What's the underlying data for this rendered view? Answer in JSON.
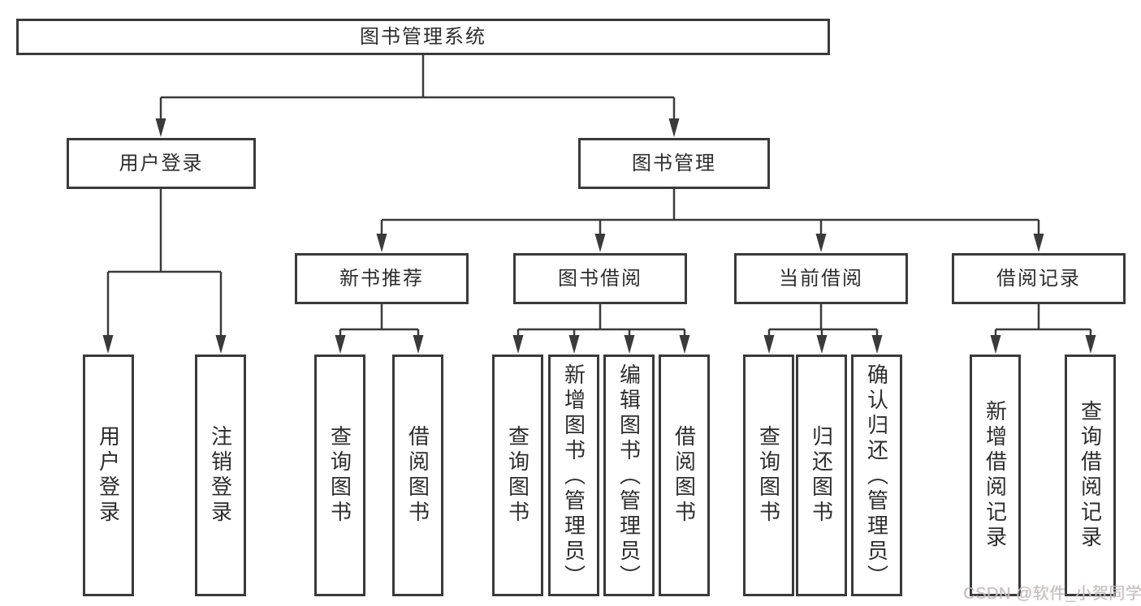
{
  "tree": {
    "label": "图书管理系统",
    "children": [
      {
        "label": "用户登录",
        "children": [
          {
            "label": "用户登录"
          },
          {
            "label": "注销登录"
          }
        ]
      },
      {
        "label": "图书管理",
        "children": [
          {
            "label": "新书推荐",
            "children": [
              {
                "label": "查询图书"
              },
              {
                "label": "借阅图书"
              }
            ]
          },
          {
            "label": "图书借阅",
            "children": [
              {
                "label": "查询图书"
              },
              {
                "label": "新增图书（管理员）"
              },
              {
                "label": "编辑图书（管理员）"
              },
              {
                "label": "借阅图书"
              }
            ]
          },
          {
            "label": "当前借阅",
            "children": [
              {
                "label": "查询图书"
              },
              {
                "label": "归还图书"
              },
              {
                "label": "确认归还（管理员）"
              }
            ]
          },
          {
            "label": "借阅记录",
            "children": [
              {
                "label": "新增借阅记录"
              },
              {
                "label": "查询借阅记录"
              }
            ]
          }
        ]
      }
    ]
  },
  "watermark": "CSDN @软件_小贺同学",
  "colors": {
    "line": "#3a3a3a",
    "box_border": "#3a3a3a",
    "box_fill": "#ffffff",
    "text": "#2d2d2d",
    "watermark": "#bdbdbd"
  }
}
